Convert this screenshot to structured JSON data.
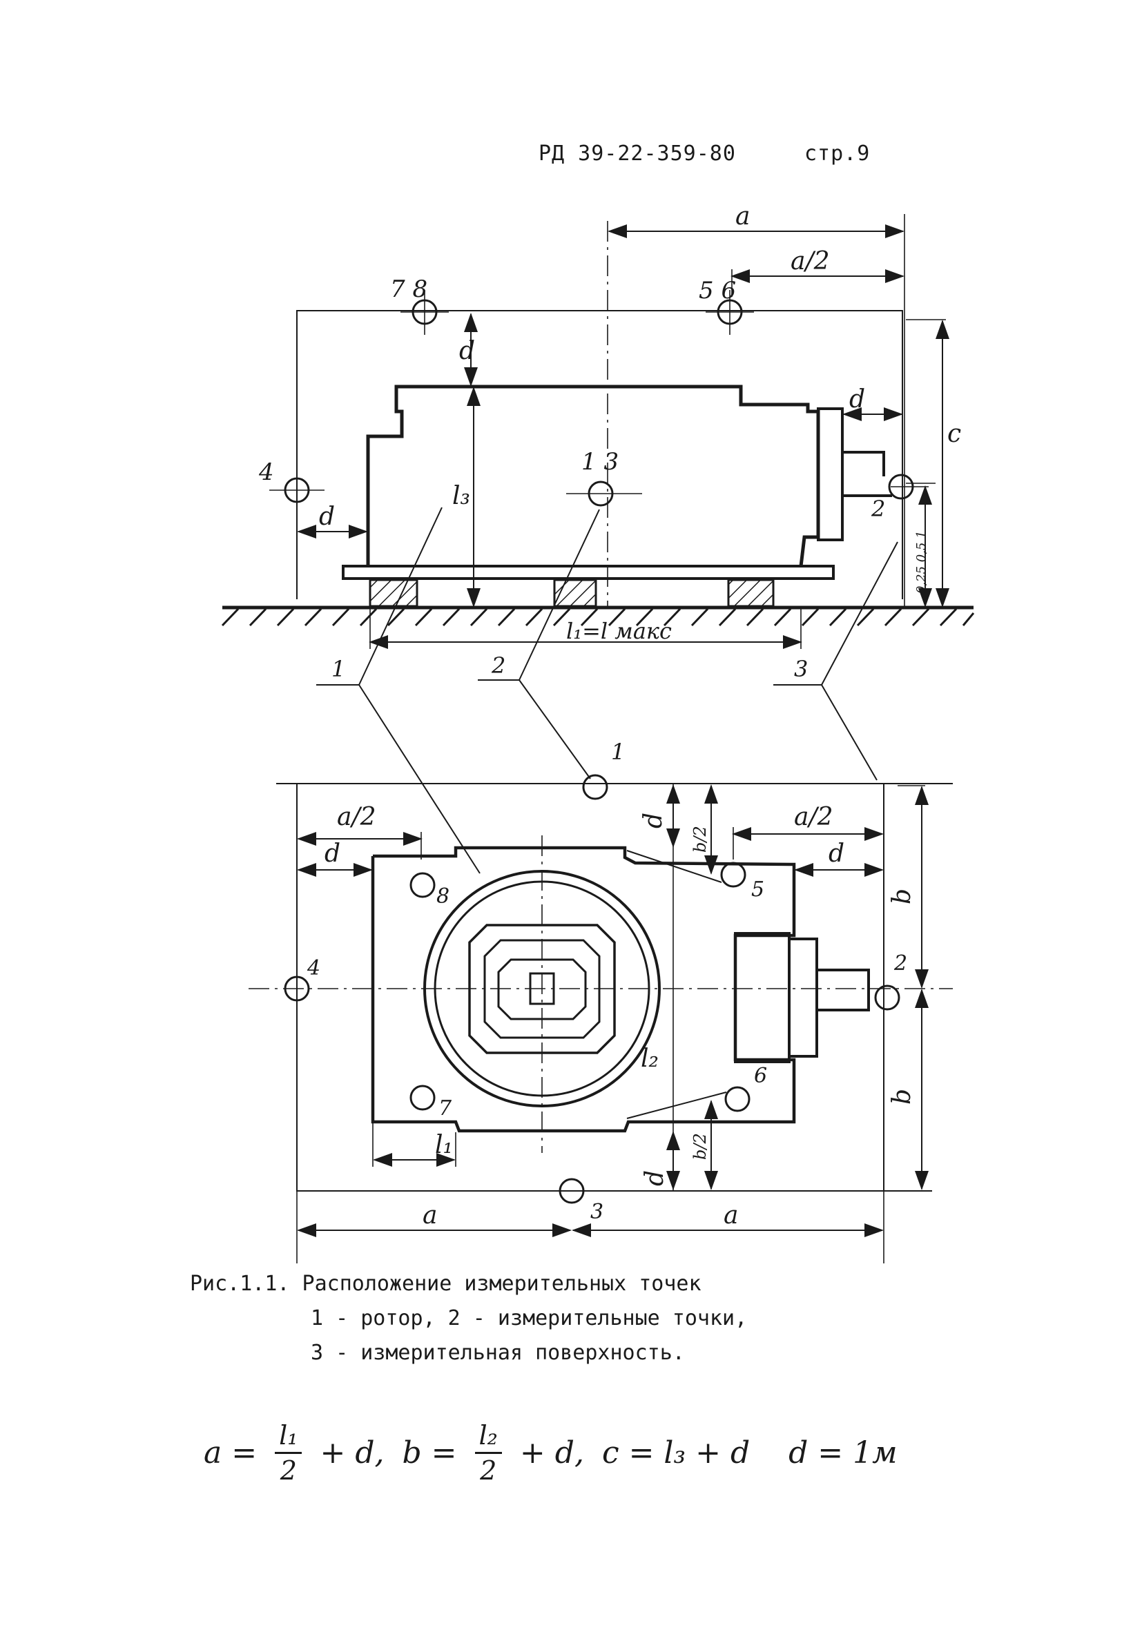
{
  "header": {
    "doc_code": "РД 39-22-359-80",
    "page": "стр.9"
  },
  "labels": {
    "a": "a",
    "a_half": "a/2",
    "d": "d",
    "c": "c",
    "b": "b",
    "b_half": "b/2",
    "l1": "l₁",
    "l2": "l₂",
    "l3": "l₃",
    "l1_max": "l₁=l макс",
    "n1": "1",
    "n2": "2",
    "n3": "3",
    "n4": "4",
    "n5": "5",
    "n6": "6",
    "n7": "7",
    "n8": "8",
    "n13": "1 3",
    "n56": "5 6",
    "n78": "7 8",
    "side_note": "0,25 0,5 1"
  },
  "caption": {
    "line1": "Рис.1.1. Расположение измерительных точек",
    "line2": "1 - ротор, 2 - измерительные точки,",
    "line3": "3 - измерительная поверхность."
  },
  "formula": {
    "a_lhs": "a =",
    "a_num": "l₁",
    "a_den": "2",
    "a_tail": "+ d,",
    "b_lhs": "b =",
    "b_num": "l₂",
    "b_den": "2",
    "b_tail": "+ d,",
    "c_expr": "c = l₃ + d",
    "d_expr": "d = 1м"
  }
}
